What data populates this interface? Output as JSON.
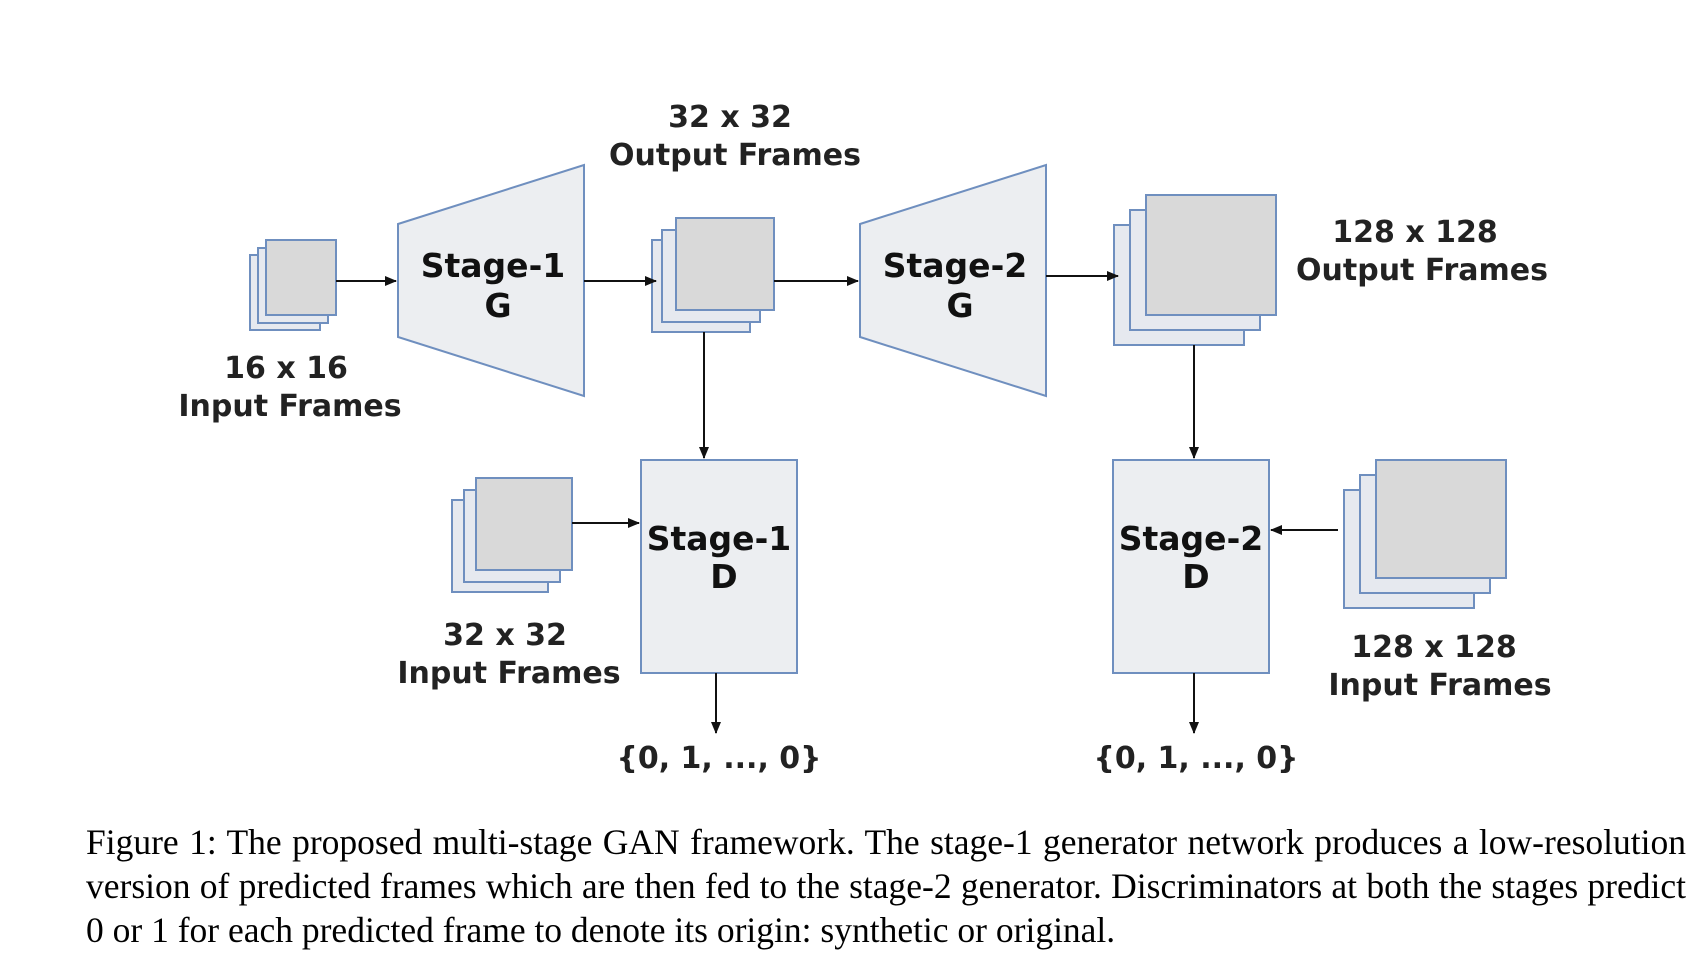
{
  "diagram": {
    "nodes": {
      "stage1_g": {
        "line1": "Stage-1",
        "line2": "G"
      },
      "stage2_g": {
        "line1": "Stage-2",
        "line2": "G"
      },
      "stage1_d": {
        "line1": "Stage-1",
        "line2": "D"
      },
      "stage2_d": {
        "line1": "Stage-2",
        "line2": "D"
      }
    },
    "labels": {
      "input16": {
        "line1": "16 x 16",
        "line2": "Input Frames"
      },
      "output32": {
        "line1": "32 x 32",
        "line2": "Output Frames"
      },
      "output128": {
        "line1": "128 x 128",
        "line2": "Output Frames"
      },
      "input32": {
        "line1": "32 x 32",
        "line2": "Input Frames"
      },
      "input128": {
        "line1": "128 x 128",
        "line2": "Input Frames"
      },
      "d1_out": "{0, 1, ..., 0}",
      "d2_out": "{0, 1, ..., 0}"
    },
    "colors": {
      "frame_fill": "#d9d9d9",
      "block_fill": "#eceef1",
      "outline": "#6f8fbf"
    }
  },
  "caption": "Figure 1: The proposed multi-stage GAN framework. The stage-1 generator network produces a low-resolution version of predicted frames which are then fed to the stage-2 generator. Discriminators at both the stages predict 0 or 1 for each predicted frame to denote its origin: synthetic or original."
}
